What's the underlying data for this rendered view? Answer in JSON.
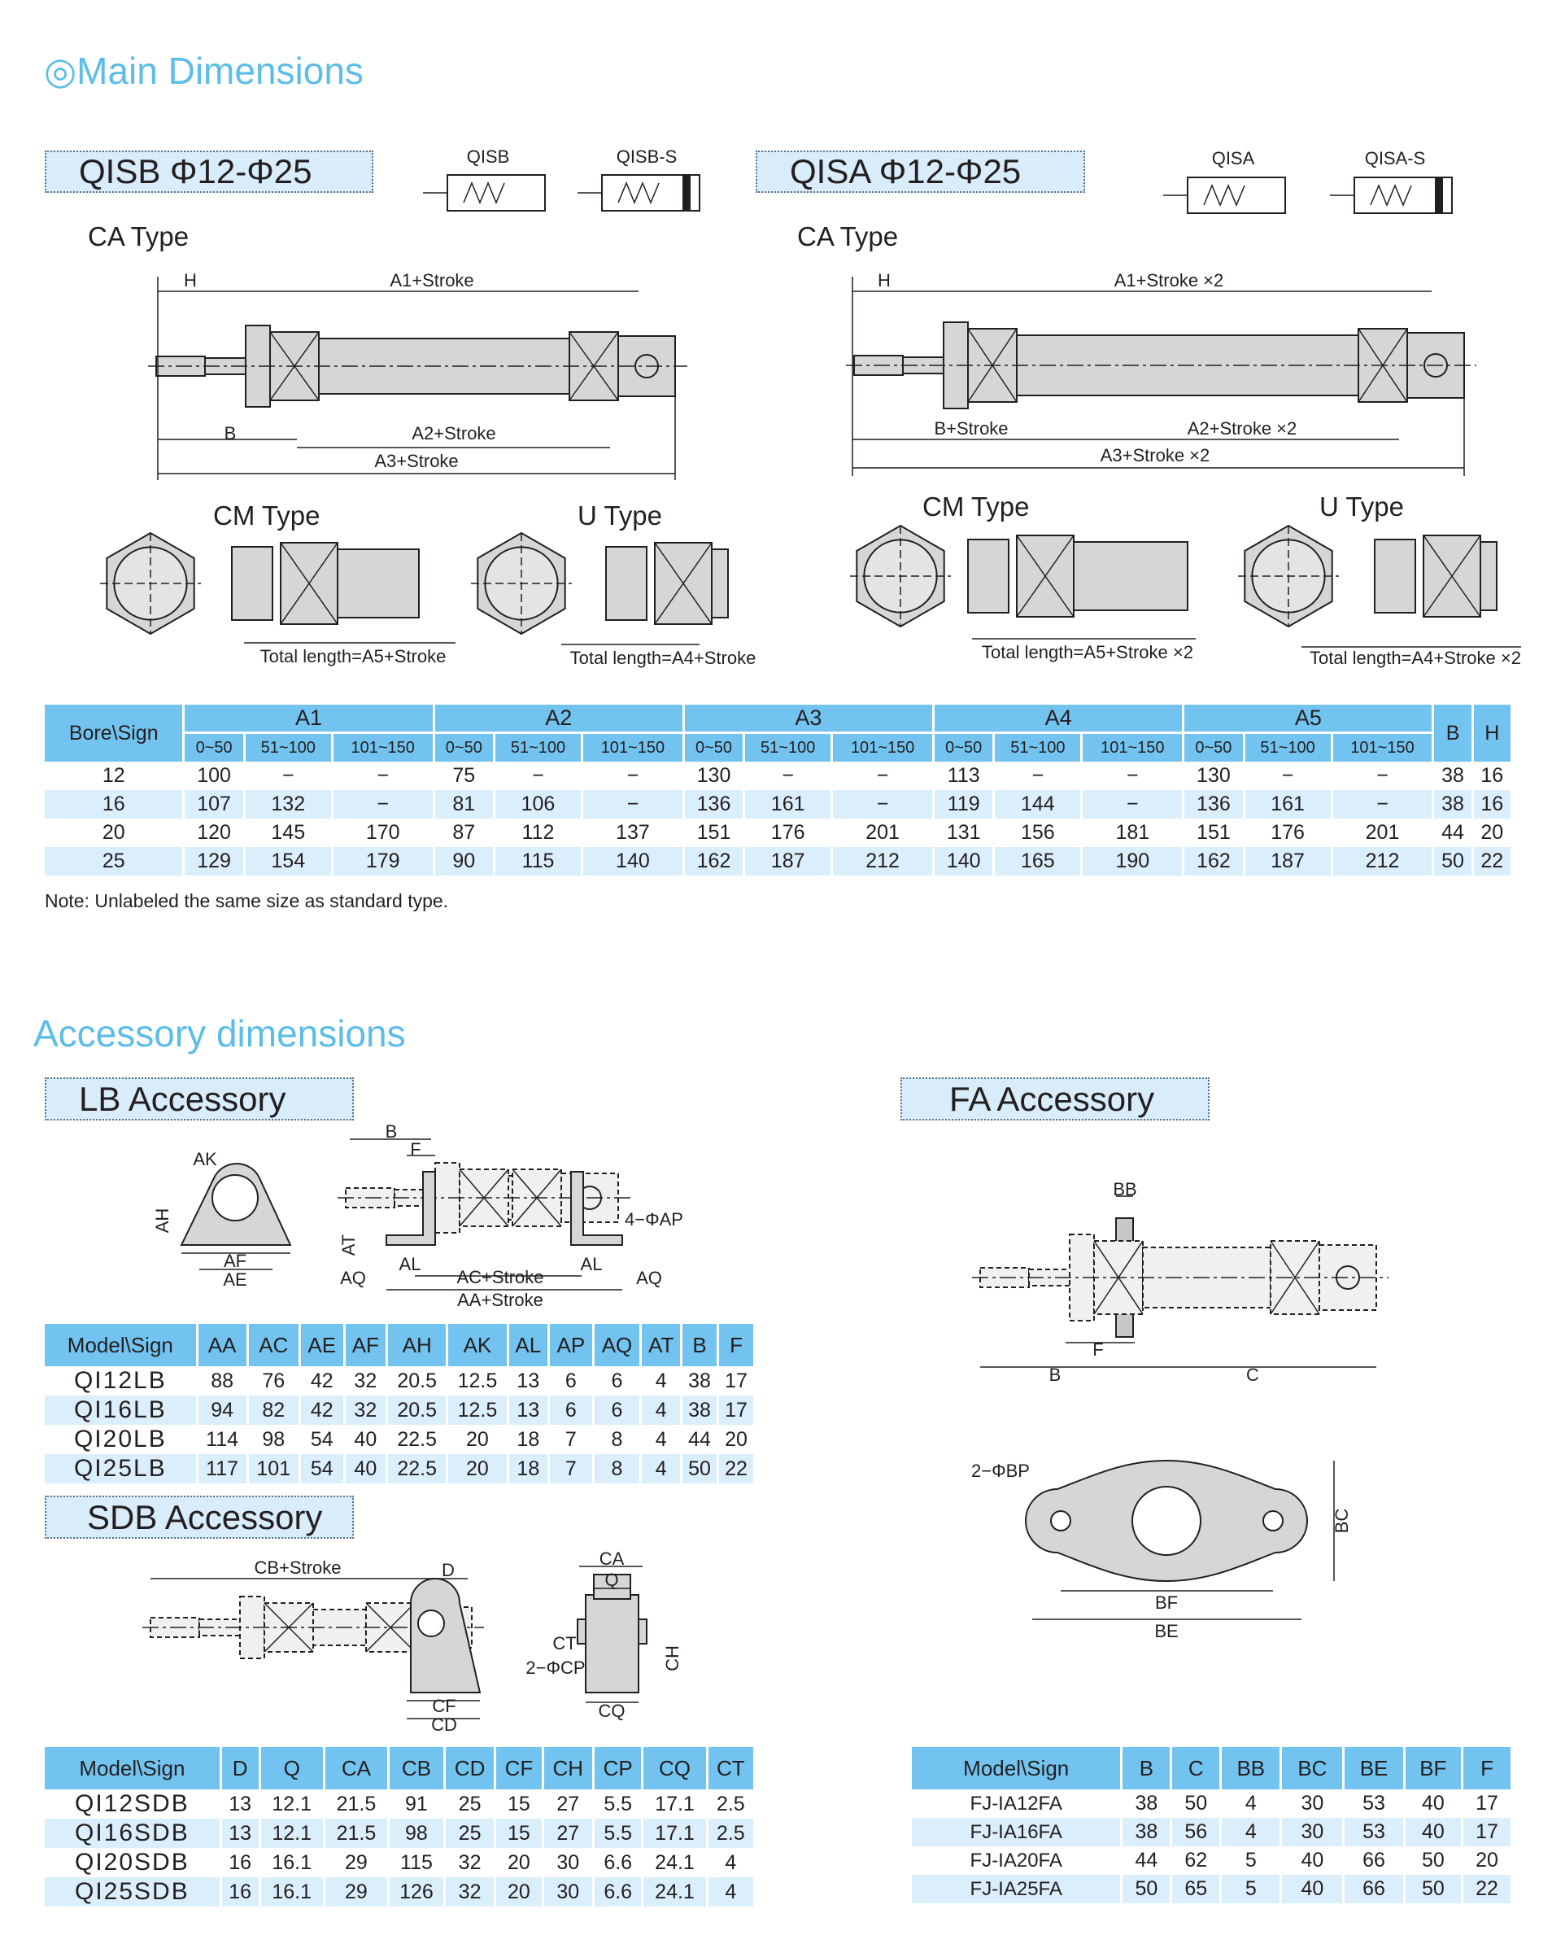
{
  "main_title": "◎Main Dimensions",
  "qisb_label": "QISB Φ12-Φ25",
  "qisa_label": "QISA Φ12-Φ25",
  "icons": {
    "qisb": "QISB",
    "qisb_s": "QISB-S",
    "qisa": "QISA",
    "qisa_s": "QISA-S"
  },
  "ca_type": "CA Type",
  "cm_type": "CM Type",
  "u_type": "U Type",
  "qisb_dims": {
    "h": "H",
    "a1": "A1+Stroke",
    "b": "B",
    "a2": "A2+Stroke",
    "a3": "A3+Stroke",
    "tl5": "Total length=A5+Stroke",
    "tl4": "Total length=A4+Stroke"
  },
  "qisa_dims": {
    "h": "H",
    "a1": "A1+Stroke ×2",
    "b": "B+Stroke",
    "a2": "A2+Stroke ×2",
    "a3": "A3+Stroke ×2",
    "tl5": "Total length=A5+Stroke ×2",
    "tl4": "Total length=A4+Stroke ×2"
  },
  "main_table": {
    "corner": "Bore\\Sign",
    "groups": [
      "A1",
      "A2",
      "A3",
      "A4",
      "A5"
    ],
    "ranges": [
      "0~50",
      "51~100",
      "101~150"
    ],
    "extra": [
      "B",
      "H"
    ],
    "rows": [
      [
        "12",
        "100",
        "−",
        "−",
        "75",
        "−",
        "−",
        "130",
        "−",
        "−",
        "113",
        "−",
        "−",
        "130",
        "−",
        "−",
        "38",
        "16"
      ],
      [
        "16",
        "107",
        "132",
        "−",
        "81",
        "106",
        "−",
        "136",
        "161",
        "−",
        "119",
        "144",
        "−",
        "136",
        "161",
        "−",
        "38",
        "16"
      ],
      [
        "20",
        "120",
        "145",
        "170",
        "87",
        "112",
        "137",
        "151",
        "176",
        "201",
        "131",
        "156",
        "181",
        "151",
        "176",
        "201",
        "44",
        "20"
      ],
      [
        "25",
        "129",
        "154",
        "179",
        "90",
        "115",
        "140",
        "162",
        "187",
        "212",
        "140",
        "165",
        "190",
        "162",
        "187",
        "212",
        "50",
        "22"
      ]
    ]
  },
  "note": "Note: Unlabeled the same size as standard type.",
  "acc_title": "Accessory dimensions",
  "lb_label": "LB Accessory",
  "fa_label": "FA Accessory",
  "sdb_label": "SDB Accessory",
  "lb_dims": {
    "ak": "AK",
    "ah": "AH",
    "af": "AF",
    "ae": "AE",
    "b": "B",
    "f": "F",
    "ap": "4−ΦAP",
    "at": "AT",
    "aq1": "AQ",
    "al1": "AL",
    "ac": "AC+Stroke",
    "al2": "AL",
    "aq2": "AQ",
    "aa": "AA+Stroke"
  },
  "sdb_dims": {
    "cb": "CB+Stroke",
    "d": "D",
    "cf": "CF",
    "cd": "CD",
    "ca": "CA",
    "q": "Q",
    "ct": "CT",
    "cp": "2−ΦCP",
    "ch": "CH",
    "cq": "CQ"
  },
  "fa_dims": {
    "bb": "BB",
    "f": "F",
    "b": "B",
    "c": "C",
    "bp": "2−ΦBP",
    "bc": "BC",
    "bf": "BF",
    "be": "BE"
  },
  "lb_table": {
    "headers": [
      "Model\\Sign",
      "AA",
      "AC",
      "AE",
      "AF",
      "AH",
      "AK",
      "AL",
      "AP",
      "AQ",
      "AT",
      "B",
      "F"
    ],
    "rows": [
      [
        "QI12LB",
        "88",
        "76",
        "42",
        "32",
        "20.5",
        "12.5",
        "13",
        "6",
        "6",
        "4",
        "38",
        "17"
      ],
      [
        "QI16LB",
        "94",
        "82",
        "42",
        "32",
        "20.5",
        "12.5",
        "13",
        "6",
        "6",
        "4",
        "38",
        "17"
      ],
      [
        "QI20LB",
        "114",
        "98",
        "54",
        "40",
        "22.5",
        "20",
        "18",
        "7",
        "8",
        "4",
        "44",
        "20"
      ],
      [
        "QI25LB",
        "117",
        "101",
        "54",
        "40",
        "22.5",
        "20",
        "18",
        "7",
        "8",
        "4",
        "50",
        "22"
      ]
    ]
  },
  "sdb_table": {
    "headers": [
      "Model\\Sign",
      "D",
      "Q",
      "CA",
      "CB",
      "CD",
      "CF",
      "CH",
      "CP",
      "CQ",
      "CT"
    ],
    "rows": [
      [
        "QI12SDB",
        "13",
        "12.1",
        "21.5",
        "91",
        "25",
        "15",
        "27",
        "5.5",
        "17.1",
        "2.5"
      ],
      [
        "QI16SDB",
        "13",
        "12.1",
        "21.5",
        "98",
        "25",
        "15",
        "27",
        "5.5",
        "17.1",
        "2.5"
      ],
      [
        "QI20SDB",
        "16",
        "16.1",
        "29",
        "115",
        "32",
        "20",
        "30",
        "6.6",
        "24.1",
        "4"
      ],
      [
        "QI25SDB",
        "16",
        "16.1",
        "29",
        "126",
        "32",
        "20",
        "30",
        "6.6",
        "24.1",
        "4"
      ]
    ]
  },
  "fa_table": {
    "headers": [
      "Model\\Sign",
      "B",
      "C",
      "BB",
      "BC",
      "BE",
      "BF",
      "F"
    ],
    "rows": [
      [
        "FJ-IA12FA",
        "38",
        "50",
        "4",
        "30",
        "53",
        "40",
        "17"
      ],
      [
        "FJ-IA16FA",
        "38",
        "56",
        "4",
        "30",
        "53",
        "40",
        "17"
      ],
      [
        "FJ-IA20FA",
        "44",
        "62",
        "5",
        "40",
        "66",
        "50",
        "20"
      ],
      [
        "FJ-IA25FA",
        "50",
        "65",
        "5",
        "40",
        "66",
        "50",
        "22"
      ]
    ]
  }
}
